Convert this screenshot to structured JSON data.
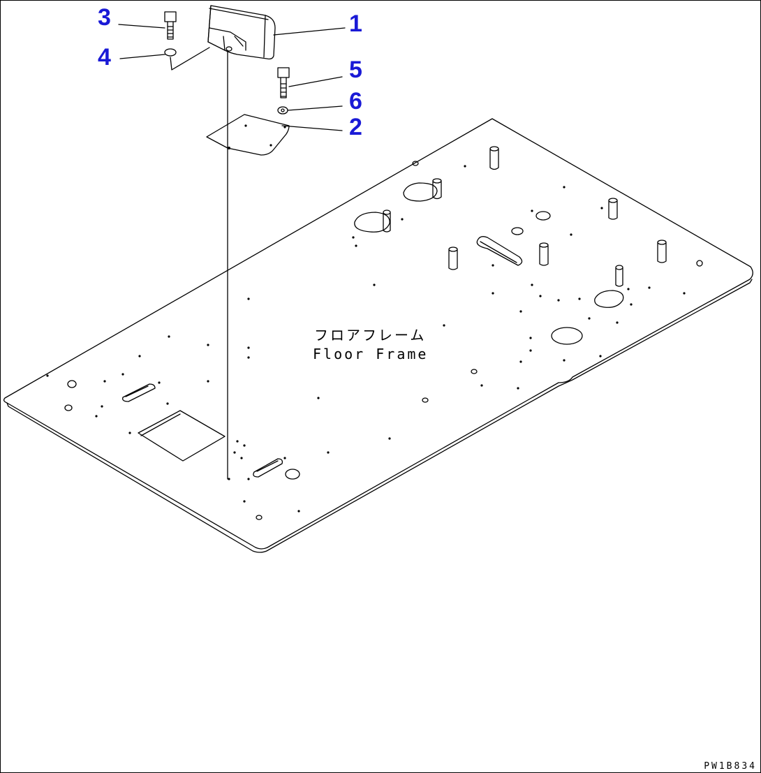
{
  "diagram": {
    "callouts": [
      {
        "id": "1",
        "label": "1"
      },
      {
        "id": "2",
        "label": "2"
      },
      {
        "id": "3",
        "label": "3"
      },
      {
        "id": "4",
        "label": "4"
      },
      {
        "id": "5",
        "label": "5"
      },
      {
        "id": "6",
        "label": "6"
      }
    ],
    "plate_label_jp": "フロアフレーム",
    "plate_label_en": "Floor Frame",
    "drawing_code": "PW1B834",
    "colors": {
      "callout": "#1a1ad6",
      "line": "#000000",
      "background": "#ffffff"
    }
  }
}
